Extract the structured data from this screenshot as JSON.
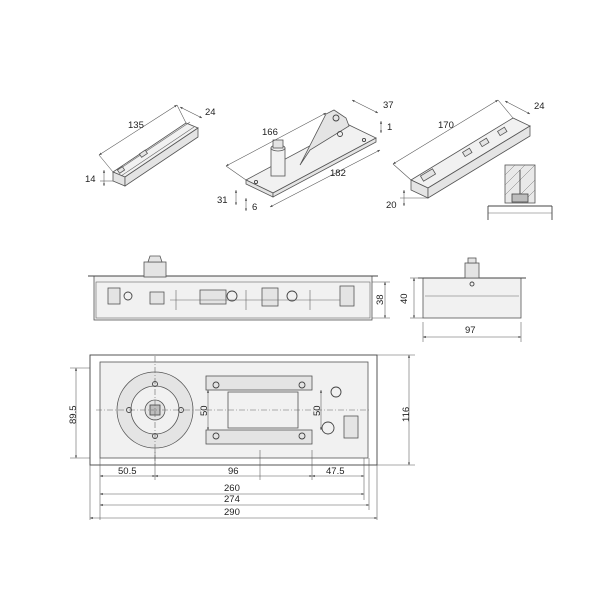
{
  "colors": {
    "line": "#444444",
    "fill": "#f1f1f1",
    "shade": "#bdbdbd"
  },
  "dims": {
    "ins1_len": "135",
    "ins1_w": "24",
    "ins1_h": "14",
    "ins2_len": "166",
    "ins2_full": "182",
    "ins2_w": "37",
    "ins2_t": "1",
    "ins2_a": "31",
    "ins2_b": "6",
    "ins3_len": "170",
    "ins3_w": "24",
    "ins3_h": "20",
    "side_h1": "38",
    "side_h2": "40",
    "end_w": "97",
    "plan_h1": "89.5",
    "plan_h2": "116",
    "plan_c1": "50",
    "plan_c2": "50",
    "plan_x1": "50.5",
    "plan_x2": "96",
    "plan_x3": "47.5",
    "plan_l1": "260",
    "plan_l2": "274",
    "plan_l3": "290"
  }
}
